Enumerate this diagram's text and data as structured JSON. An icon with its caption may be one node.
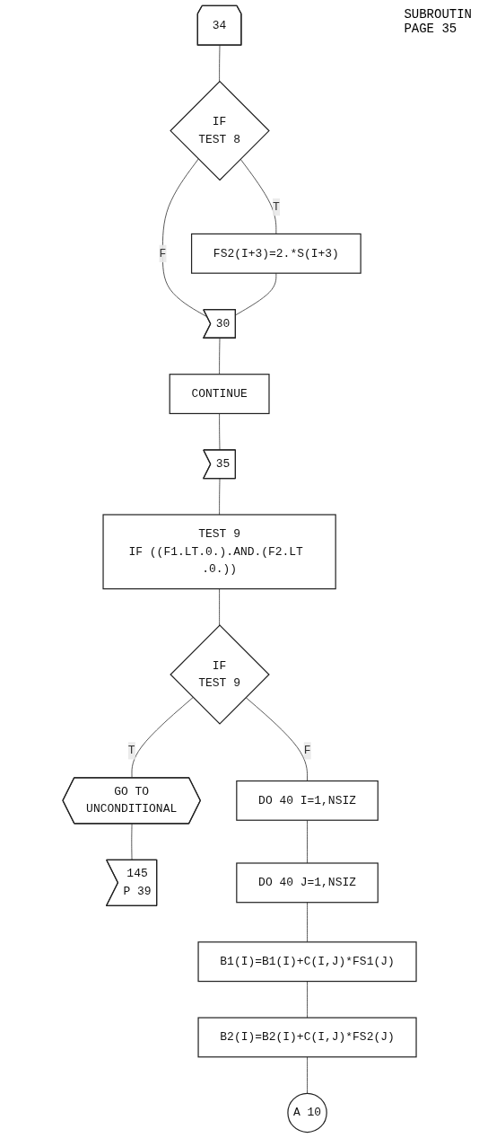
{
  "diagram": {
    "nodes": [
      {
        "text": [
          "34"
        ]
      },
      {
        "text": [
          "IF",
          "TEST 8"
        ]
      },
      {
        "text": [
          "FS2(I+3)=2.*S(I+3)"
        ]
      },
      {
        "text": [
          "30"
        ]
      },
      {
        "text": [
          "CONTINUE"
        ]
      },
      {
        "text": [
          "35"
        ]
      },
      {
        "text": [
          "TEST 9",
          "IF ((F1.LT.0.).AND.(F2.LT .0.))"
        ]
      },
      {
        "text": [
          "IF",
          "TEST 9"
        ]
      },
      {
        "text": [
          "GO TO",
          "UNCONDITIONAL"
        ]
      },
      {
        "text": [
          "145",
          "P 39"
        ]
      },
      {
        "text": [
          "DO 40 I=1,NSIZ"
        ]
      },
      {
        "text": [
          "DO 40 J=1,NSIZ"
        ]
      },
      {
        "text": [
          "B1(I)=B1(I)+C(I,J)*FS1(J)"
        ]
      },
      {
        "text": [
          "B2(I)=B2(I)+C(I,J)*FS2(J)"
        ]
      },
      {
        "text": [
          "A 10"
        ]
      }
    ],
    "edges": [
      {
        "from": 0,
        "to": 1,
        "arrow": "none"
      },
      {
        "from": 1,
        "to": 2,
        "label": "T",
        "arrow": "none"
      },
      {
        "from": 1,
        "to": 3,
        "label": "F",
        "arrow": "none"
      },
      {
        "from": 2,
        "to": 3,
        "arrow": "none"
      },
      {
        "from": 3,
        "to": 4,
        "arrow": "none"
      },
      {
        "from": 4,
        "to": 5,
        "arrow": "none"
      },
      {
        "from": 5,
        "to": 6,
        "arrow": "none"
      },
      {
        "from": 6,
        "to": 7,
        "arrow": "none"
      },
      {
        "from": 7,
        "to": 8,
        "label": "T",
        "arrow": "none"
      },
      {
        "from": 8,
        "to": 9,
        "arrow": "none"
      },
      {
        "from": 7,
        "to": 10,
        "label": "F",
        "arrow": "none"
      },
      {
        "from": 10,
        "to": 11,
        "arrow": "none"
      },
      {
        "from": 11,
        "to": 12,
        "arrow": "none"
      },
      {
        "from": 12,
        "to": 13,
        "arrow": "none"
      },
      {
        "from": 13,
        "to": 14,
        "arrow": "none"
      }
    ],
    "labels": [
      "SUBROUTIN",
      "PAGE 35"
    ]
  }
}
